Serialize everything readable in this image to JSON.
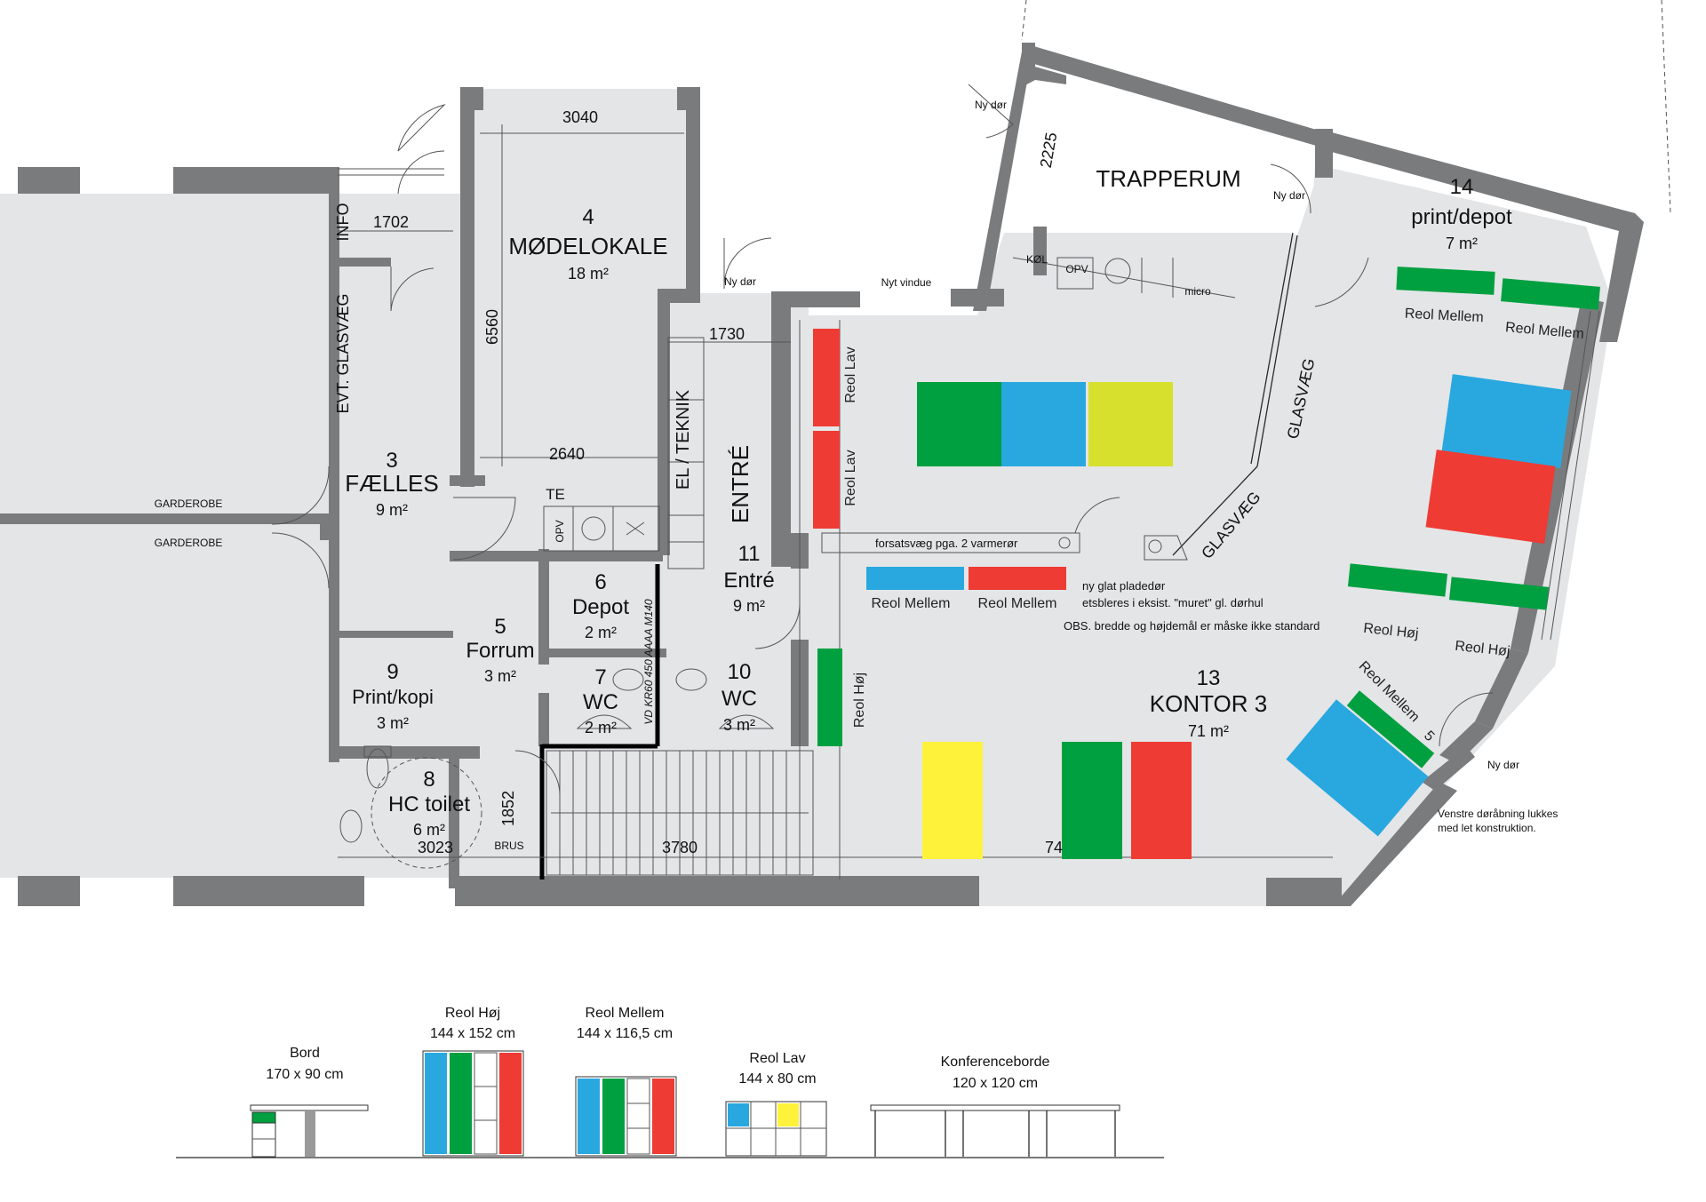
{
  "colors": {
    "wall": "#7a7b7d",
    "floor": "#e4e5e7",
    "green": "#00a040",
    "blue": "#29a8e0",
    "red": "#ee3b34",
    "yellow": "#fff23a",
    "lime": "#d6e02d"
  },
  "rooms": {
    "r3": {
      "number": "3",
      "name": "FÆLLES",
      "area": "9 m²"
    },
    "r4": {
      "number": "4",
      "name": "MØDELOKALE",
      "area": "18 m²"
    },
    "r5": {
      "number": "5",
      "name": "Forrum",
      "area": "3 m²"
    },
    "r6": {
      "number": "6",
      "name": "Depot",
      "area": "2 m²"
    },
    "r7": {
      "number": "7",
      "name": "WC",
      "area": "2 m²"
    },
    "r8": {
      "number": "8",
      "name": "HC toilet",
      "area": "6 m²"
    },
    "r9": {
      "number": "9",
      "name": "Print/kopi",
      "area": "3 m²"
    },
    "r10": {
      "number": "10",
      "name": "WC",
      "area": "3 m²"
    },
    "r11": {
      "number": "11",
      "name": "Entré",
      "area": "9 m²"
    },
    "r13": {
      "number": "13",
      "name": "KONTOR 3",
      "area": "71 m²"
    },
    "r14": {
      "number": "14",
      "name": "print/depot",
      "area": "7 m²"
    }
  },
  "labels": {
    "trapperum": "TRAPPERUM",
    "entre_vertical": "ENTRÉ",
    "el_teknik": "EL / TEKNIK",
    "info": "INFO",
    "evt_glasvaeg": "EVT. GLASVÆG",
    "glasvaeg_1": "GLASVÆG",
    "glasvaeg_2": "GLASVÆG",
    "garderobe_1": "GARDEROBE",
    "garderobe_2": "GARDEROBE",
    "ny_dor_1": "Ny dør",
    "ny_dor_2": "Ny dør",
    "ny_dor_3": "Ny dør",
    "ny_dor_4": "Ny dør",
    "nyt_vindue": "Nyt vindue",
    "te": "TE",
    "opv_1": "OPV",
    "opv_2": "OPV",
    "kol": "KØL",
    "micro": "micro",
    "brus": "BRUS",
    "vd": "VD KR60 450 AAAA M140"
  },
  "dimensions": {
    "d3040": "3040",
    "d1702": "1702",
    "d6560": "6560",
    "d2640": "2640",
    "d1730": "1730",
    "d2225": "2225",
    "d1852": "1852",
    "d3023": "3023",
    "d3780": "3780",
    "d74": "74"
  },
  "notes": {
    "forsatsvaeg": "forsatsvæg pga. 2 varmerør",
    "pladedor_1": "ny glat pladedør",
    "pladedor_2": "etsbleres i eksist. \"muret\" gl. dørhul",
    "obs": "OBS. bredde og højdemål er måske ikke standard",
    "venstre_1": "Venstre døråbning lukkes",
    "venstre_2": "med let konstruktion."
  },
  "furniture_labels": {
    "reol_lav_1": "Reol Lav",
    "reol_lav_2": "Reol Lav",
    "reol_hoj_1": "Reol Høj",
    "reol_hoj_2": "Reol Høj",
    "reol_hoj_3": "Reol Høj",
    "reol_mellem_1": "Reol Mellem",
    "reol_mellem_2": "Reol Mellem",
    "reol_mellem_3": "Reol Mellem",
    "reol_mellem_4": "Reol Mellem",
    "reol_mellem_5": "Reol Mellem",
    "digit_5": "5"
  },
  "legend": {
    "bord": {
      "name": "Bord",
      "size": "170 x 90 cm"
    },
    "reol_hoj": {
      "name": "Reol Høj",
      "size": "144 x 152 cm"
    },
    "reol_mellem": {
      "name": "Reol Mellem",
      "size": "144 x 116,5 cm"
    },
    "reol_lav": {
      "name": "Reol Lav",
      "size": "144 x 80 cm"
    },
    "konference": {
      "name": "Konferenceborde",
      "size": "120 x 120 cm"
    }
  }
}
